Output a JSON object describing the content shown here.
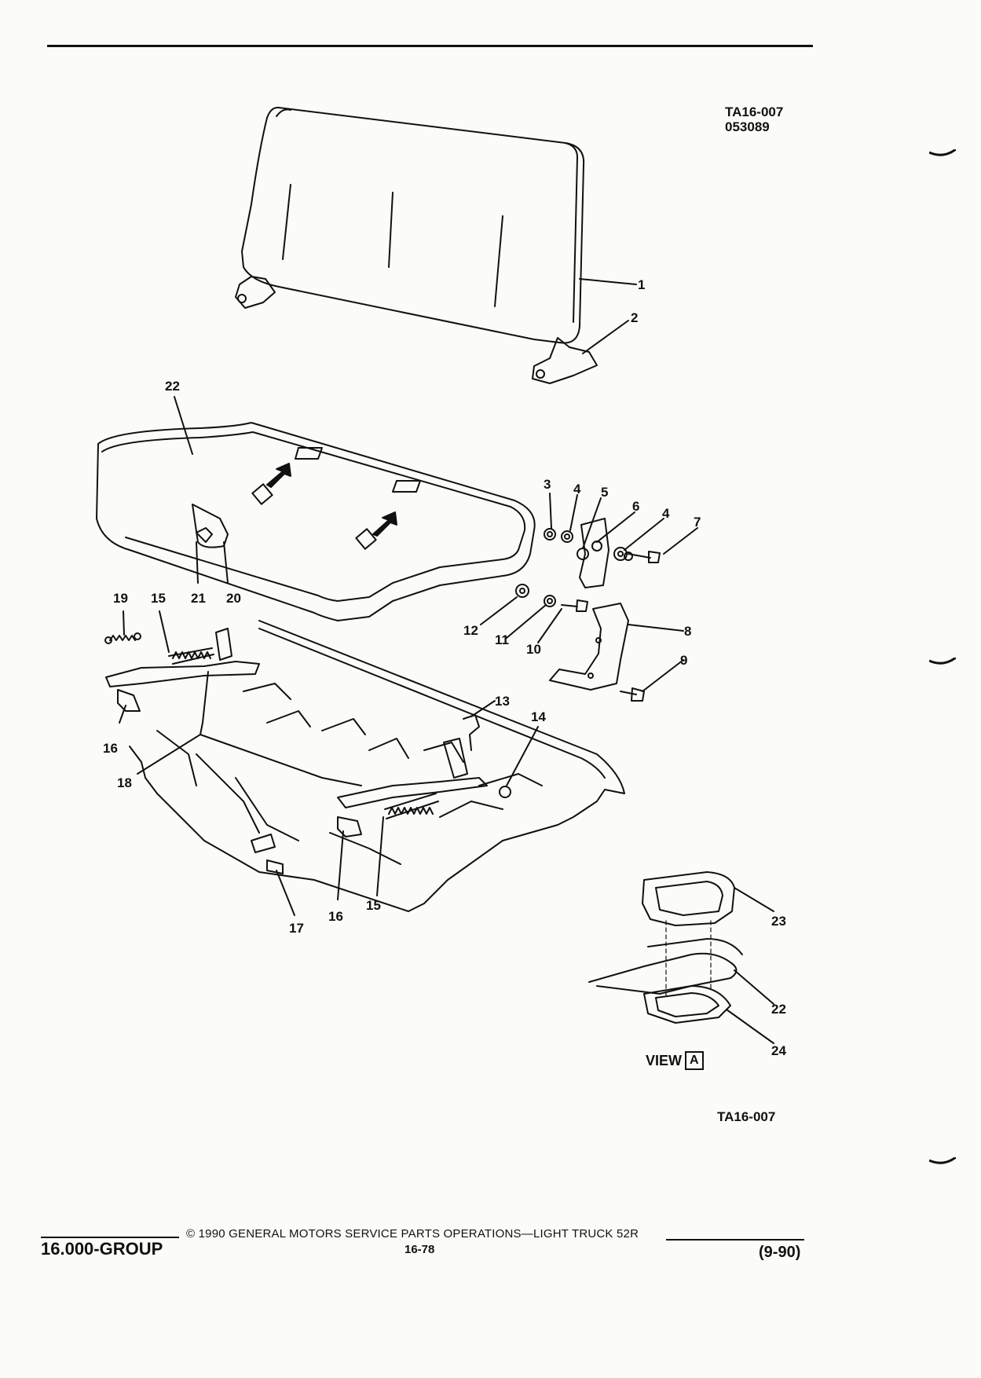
{
  "header": {
    "figure_ref": "TA16-007",
    "figure_code": "053089"
  },
  "callouts": [
    "1",
    "2",
    "3",
    "4",
    "5",
    "6",
    "4",
    "7",
    "8",
    "9",
    "10",
    "11",
    "12",
    "13",
    "14",
    "15",
    "16",
    "15",
    "16",
    "17",
    "18",
    "19",
    "20",
    "21",
    "22",
    "22",
    "23",
    "24"
  ],
  "view": {
    "label": "VIEW",
    "letter": "A"
  },
  "figure_ref_bottom": "TA16-007",
  "footer": {
    "group": "16.000-GROUP",
    "copyright": "© 1990 GENERAL MOTORS SERVICE PARTS OPERATIONS—LIGHT TRUCK 52R",
    "page": "16-78",
    "date": "(9-90)"
  }
}
